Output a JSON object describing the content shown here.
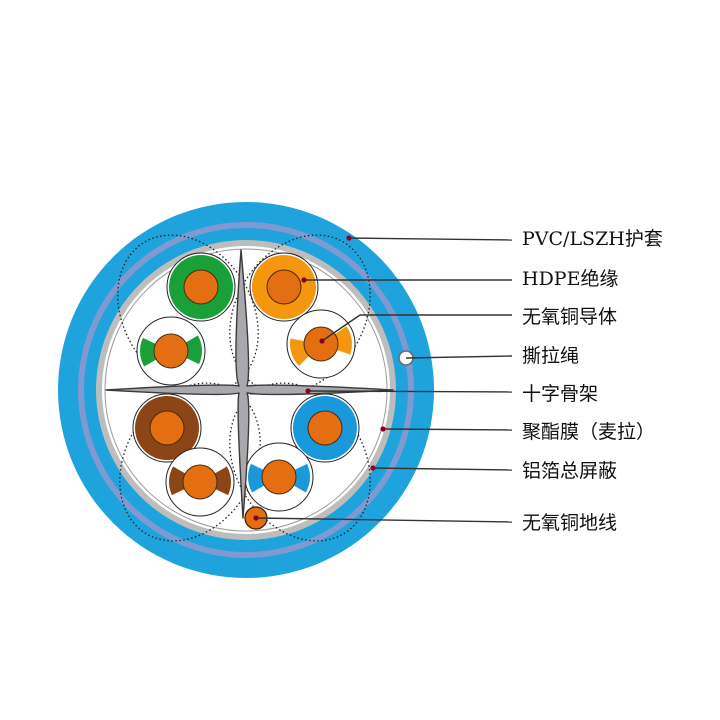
{
  "colors": {
    "jacket": "#1fa3dc",
    "jacket_inner_ring": "#7f9ad2",
    "foil": "#bdbdbd",
    "core": "#ffffff",
    "conductor": "#e46f12",
    "green": "#19a039",
    "orange_insulation": "#f5960f",
    "brown": "#8b4516",
    "blue": "#1a98dc",
    "cross": "#a9a9ad",
    "leader": "#333333",
    "leader_dot": "#8a0022"
  },
  "labels": [
    {
      "key": "jacket",
      "text": "PVC/LSZH护套"
    },
    {
      "key": "insulation",
      "text": "HDPE绝缘"
    },
    {
      "key": "conductor",
      "text": "无氧铜导体"
    },
    {
      "key": "ripcord",
      "text": "撕拉绳"
    },
    {
      "key": "cross",
      "text": "十字骨架"
    },
    {
      "key": "polyester",
      "text": "聚酯膜（麦拉）"
    },
    {
      "key": "foil",
      "text": "铝箔总屏蔽"
    },
    {
      "key": "drain",
      "text": "无氧铜地线"
    }
  ]
}
